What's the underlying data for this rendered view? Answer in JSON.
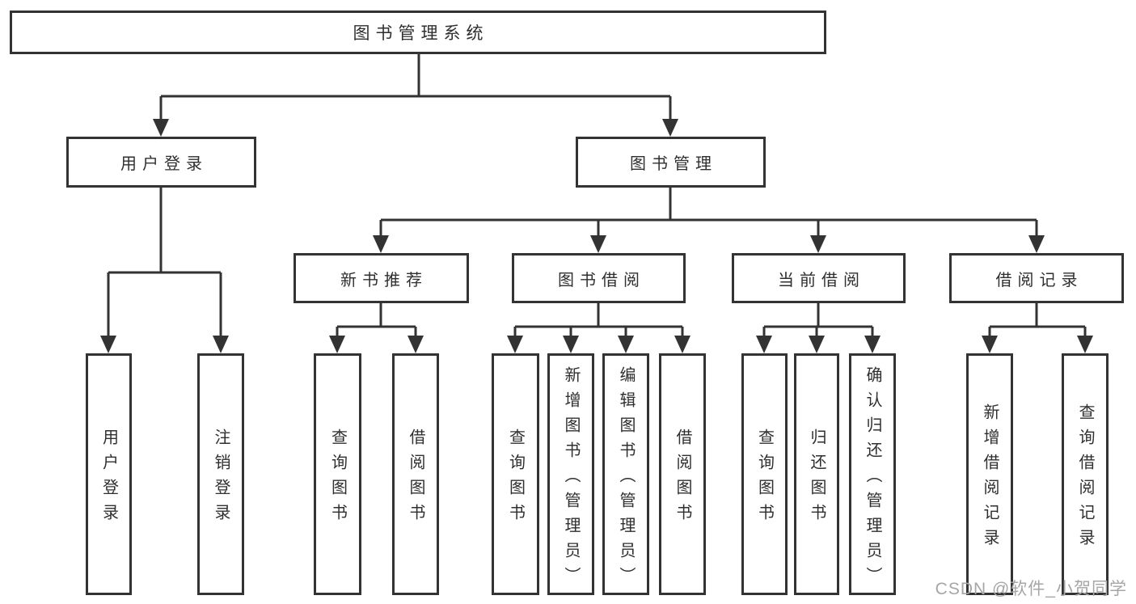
{
  "diagram": {
    "root": "图书管理系统",
    "user_login": {
      "label": "用户登录",
      "children": [
        "用户登录",
        "注销登录"
      ]
    },
    "book_management": {
      "label": "图书管理",
      "sections": {
        "new_book": {
          "label": "新书推荐",
          "children": [
            "查询图书",
            "借阅图书"
          ]
        },
        "book_borrow": {
          "label": "图书借阅",
          "children": [
            "查询图书",
            "新增图书（管理员）",
            "编辑图书（管理员）",
            "借阅图书"
          ]
        },
        "current_borrow": {
          "label": "当前借阅",
          "children": [
            "查询图书",
            "归还图书",
            "确认归还（管理员）"
          ]
        },
        "borrow_record": {
          "label": "借阅记录",
          "children": [
            "新增借阅记录",
            "查询借阅记录"
          ]
        }
      }
    }
  },
  "watermark": "CSDN @软件_小贺同学",
  "colors": {
    "line": "#333333",
    "text": "#2f2f2f",
    "watermark": "#a6a6a6",
    "background": "#ffffff"
  }
}
